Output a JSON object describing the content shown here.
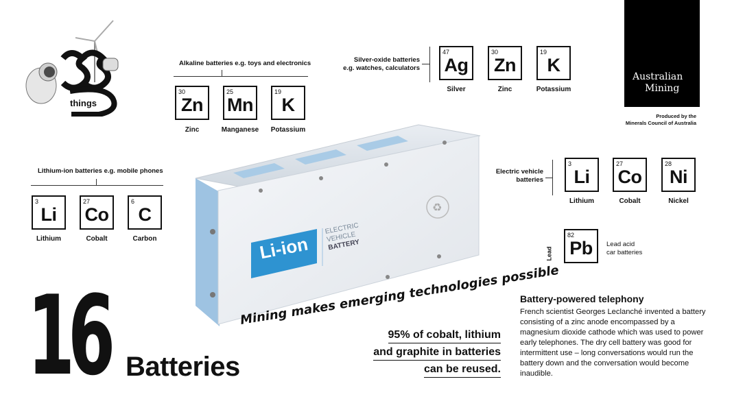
{
  "logo": {
    "text": "things"
  },
  "brand": {
    "line1": "Australian",
    "line2": "Mining",
    "produced_1": "Produced by the",
    "produced_2": "Minerals Council of Australia"
  },
  "alkaline": {
    "label": "Alkaline batteries e.g. toys and electronics",
    "elements": [
      {
        "num": "30",
        "sym": "Zn",
        "name": "Zinc"
      },
      {
        "num": "25",
        "sym": "Mn",
        "name": "Manganese"
      },
      {
        "num": "19",
        "sym": "K",
        "name": "Potassium"
      }
    ]
  },
  "silver": {
    "label_1": "Silver-oxide batteries",
    "label_2": "e.g. watches, calculators",
    "elements": [
      {
        "num": "47",
        "sym": "Ag",
        "name": "Silver"
      },
      {
        "num": "30",
        "sym": "Zn",
        "name": "Zinc"
      },
      {
        "num": "19",
        "sym": "K",
        "name": "Potassium"
      }
    ]
  },
  "lithium": {
    "label": "Lithium-ion batteries e.g. mobile phones",
    "elements": [
      {
        "num": "3",
        "sym": "Li",
        "name": "Lithium"
      },
      {
        "num": "27",
        "sym": "Co",
        "name": "Cobalt"
      },
      {
        "num": "6",
        "sym": "C",
        "name": "Carbon"
      }
    ]
  },
  "ev": {
    "label_1": "Electric vehicle",
    "label_2": "batteries",
    "elements": [
      {
        "num": "3",
        "sym": "Li",
        "name": "Lithium"
      },
      {
        "num": "27",
        "sym": "Co",
        "name": "Cobalt"
      },
      {
        "num": "28",
        "sym": "Ni",
        "name": "Nickel"
      }
    ]
  },
  "lead": {
    "num": "82",
    "sym": "Pb",
    "name": "Lead",
    "label_1": "Lead acid",
    "label_2": "car batteries"
  },
  "battery": {
    "logo": "Li-ion",
    "line1": "ELECTRIC",
    "line2": "VEHICLE",
    "line3": "BATTERY"
  },
  "tagline": "Mining makes emerging technologies possible",
  "number": "16",
  "title": "Batteries",
  "quote": {
    "line1": "95% of cobalt, lithium",
    "line2": "and graphite in batteries",
    "line3": "can be reused."
  },
  "story": {
    "title": "Battery-powered telephony",
    "body": "French scientist Georges Leclanché invented a battery consisting of a zinc anode encompassed by a magnesium dioxide cathode which was used to power early telephones. The dry cell battery was good for intermittent use – long conversations would run the battery down and the conversation would become inaudible."
  }
}
